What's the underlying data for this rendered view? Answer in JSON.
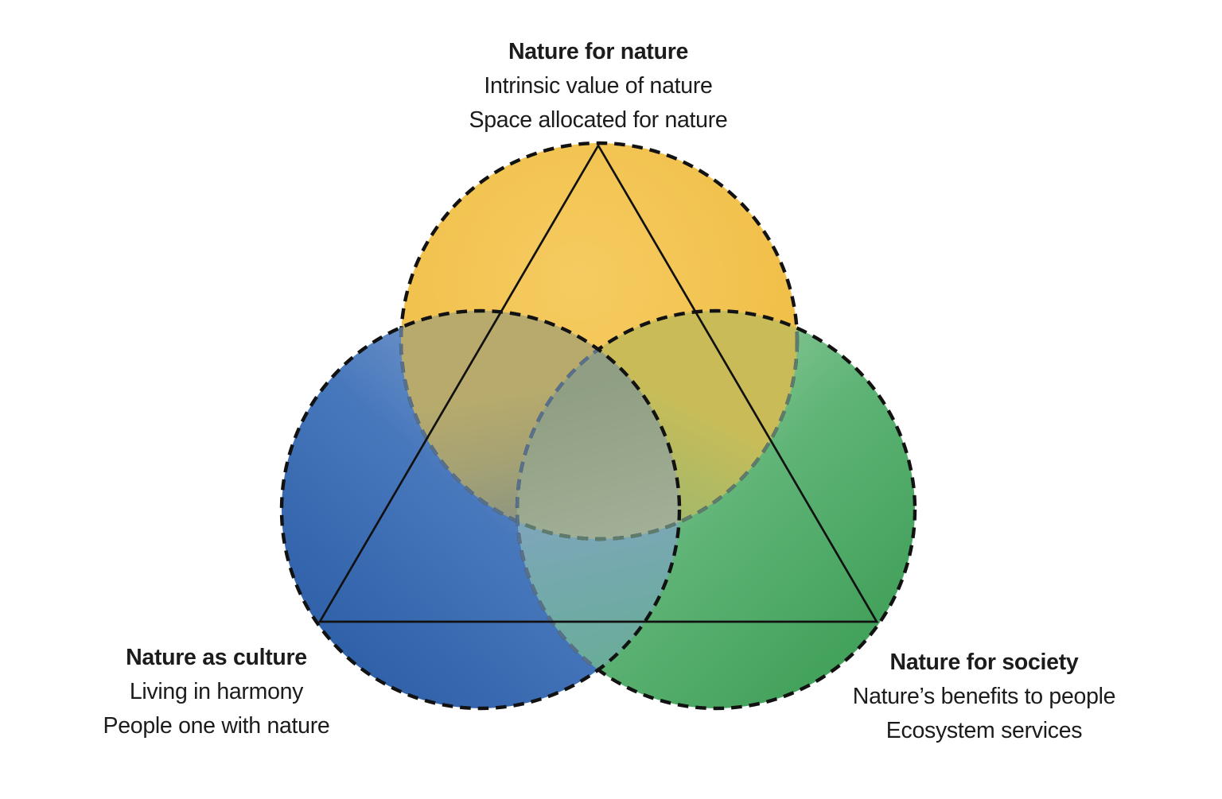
{
  "figure": {
    "kind": "venn-triangle-diagram",
    "description": "Three dashed overlapping circles with an inscribed triangle",
    "circles": [
      {
        "id": "nature-for-nature",
        "position": "top",
        "label": "Nature for nature",
        "sublines": [
          "Intrinsic value of nature",
          "Space allocated for nature"
        ],
        "color": "#F0BF45"
      },
      {
        "id": "nature-as-culture",
        "position": "bottom-left",
        "label": "Nature as culture",
        "sublines": [
          "Living in harmony",
          "People one with nature"
        ],
        "color": "#3A6FB5"
      },
      {
        "id": "nature-for-society",
        "position": "bottom-right",
        "label": "Nature for society",
        "sublines": [
          "Nature’s benefits to people",
          "Ecosystem services"
        ],
        "color": "#55B06E"
      }
    ],
    "overlap_colors": {
      "yellow_blue": "#A9A173",
      "yellow_green": "#B4B866",
      "blue_green": "#74A7AE",
      "center": "#98A68C"
    },
    "stroke_color": "#121212",
    "muted_stroke_blue_tint": "#58708A",
    "muted_stroke_green_tint": "#5E7B6C",
    "triangle_color": "#111111",
    "background_color": "#FFFFFF"
  }
}
